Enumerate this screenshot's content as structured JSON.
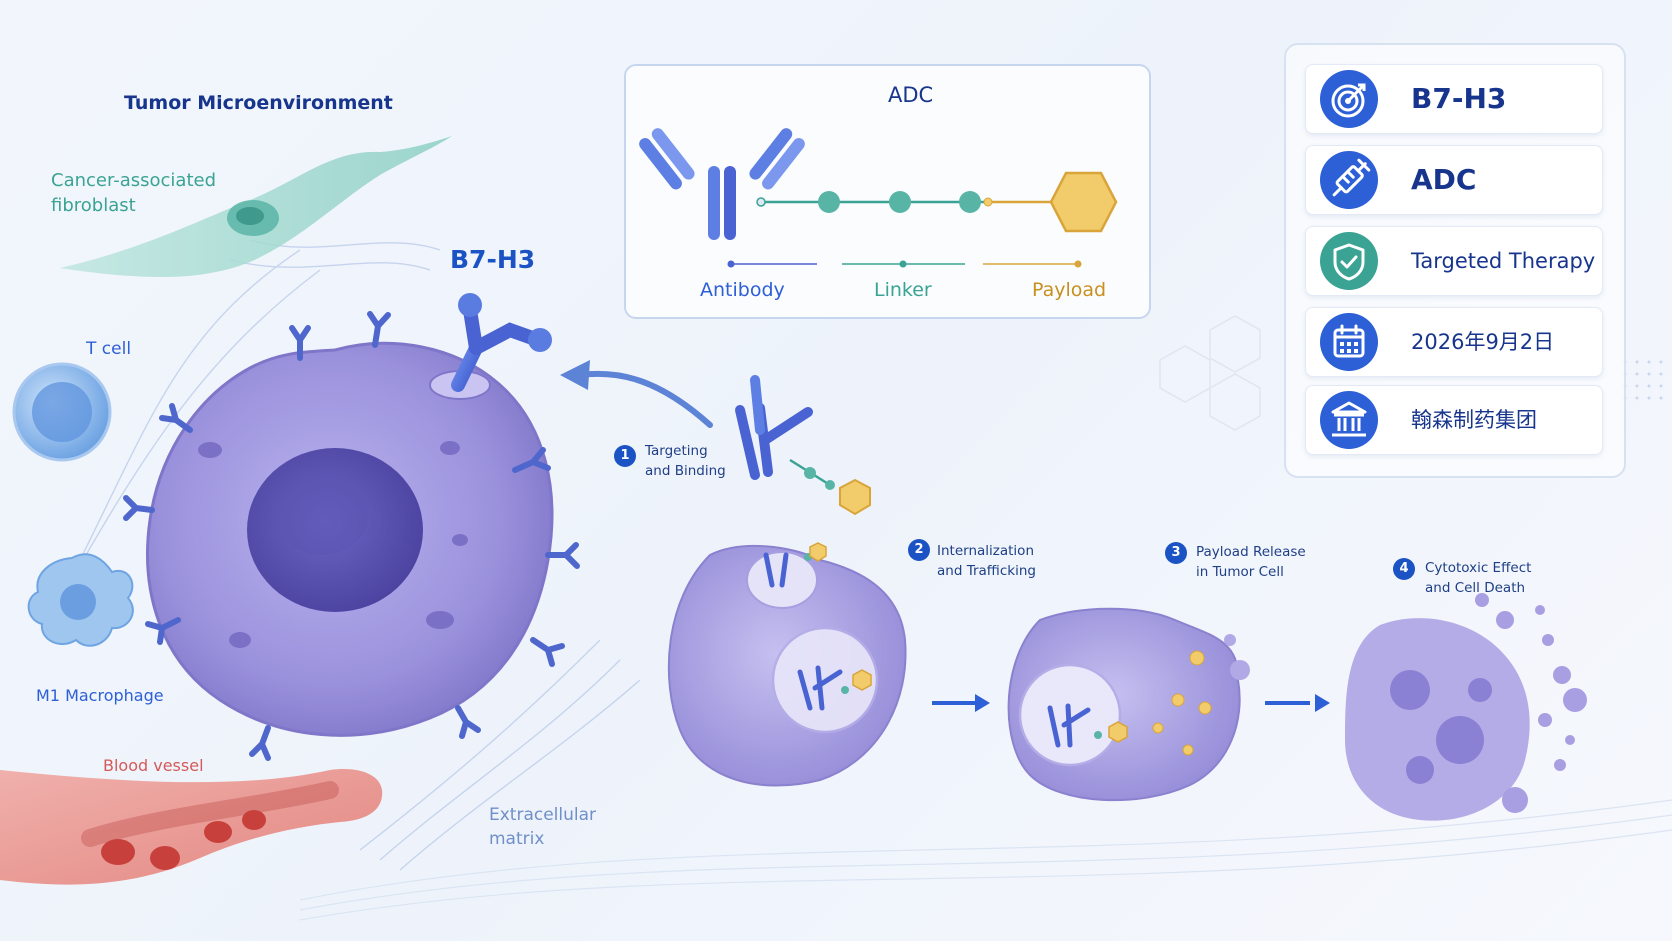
{
  "environment": {
    "title": "Tumor Microenvironment",
    "fibroblast": [
      "Cancer-associated",
      "fibroblast"
    ],
    "t_cell": "T cell",
    "macrophage": "M1 Macrophage",
    "blood_vessel": "Blood vessel",
    "ecm": [
      "Extracellular",
      "matrix"
    ],
    "receptor": "B7-H3"
  },
  "adc_structure": {
    "title": "ADC",
    "antibody": "Antibody",
    "linker": "Linker",
    "payload": "Payload"
  },
  "steps": [
    {
      "num": "1",
      "line1": "Targeting",
      "line2": "and Binding"
    },
    {
      "num": "2",
      "line1": "Internalization",
      "line2": "and Trafficking"
    },
    {
      "num": "3",
      "line1": "Payload Release",
      "line2": "in Tumor Cell"
    },
    {
      "num": "4",
      "line1": "Cytotoxic Effect",
      "line2": "and Cell Death"
    }
  ],
  "info_cards": [
    {
      "icon": "target-icon",
      "label": "B7-H3",
      "color": "#2d5fd6"
    },
    {
      "icon": "syringe-icon",
      "label": "ADC",
      "color": "#2d5fd6"
    },
    {
      "icon": "shield-check-icon",
      "label": "Targeted Therapy",
      "color": "#3aa394"
    },
    {
      "icon": "calendar-icon",
      "label": "2026年9月2日",
      "color": "#2d5fd6"
    },
    {
      "icon": "institution-icon",
      "label": "翰森制药集团",
      "color": "#2d5fd6"
    }
  ],
  "colors": {
    "navy": "#17358c",
    "blue": "#2d5fd6",
    "teal": "#3aa394",
    "gold": "#d9a53a",
    "cell_purple": "#8f86d6",
    "vessel_red": "#d45a5a"
  }
}
